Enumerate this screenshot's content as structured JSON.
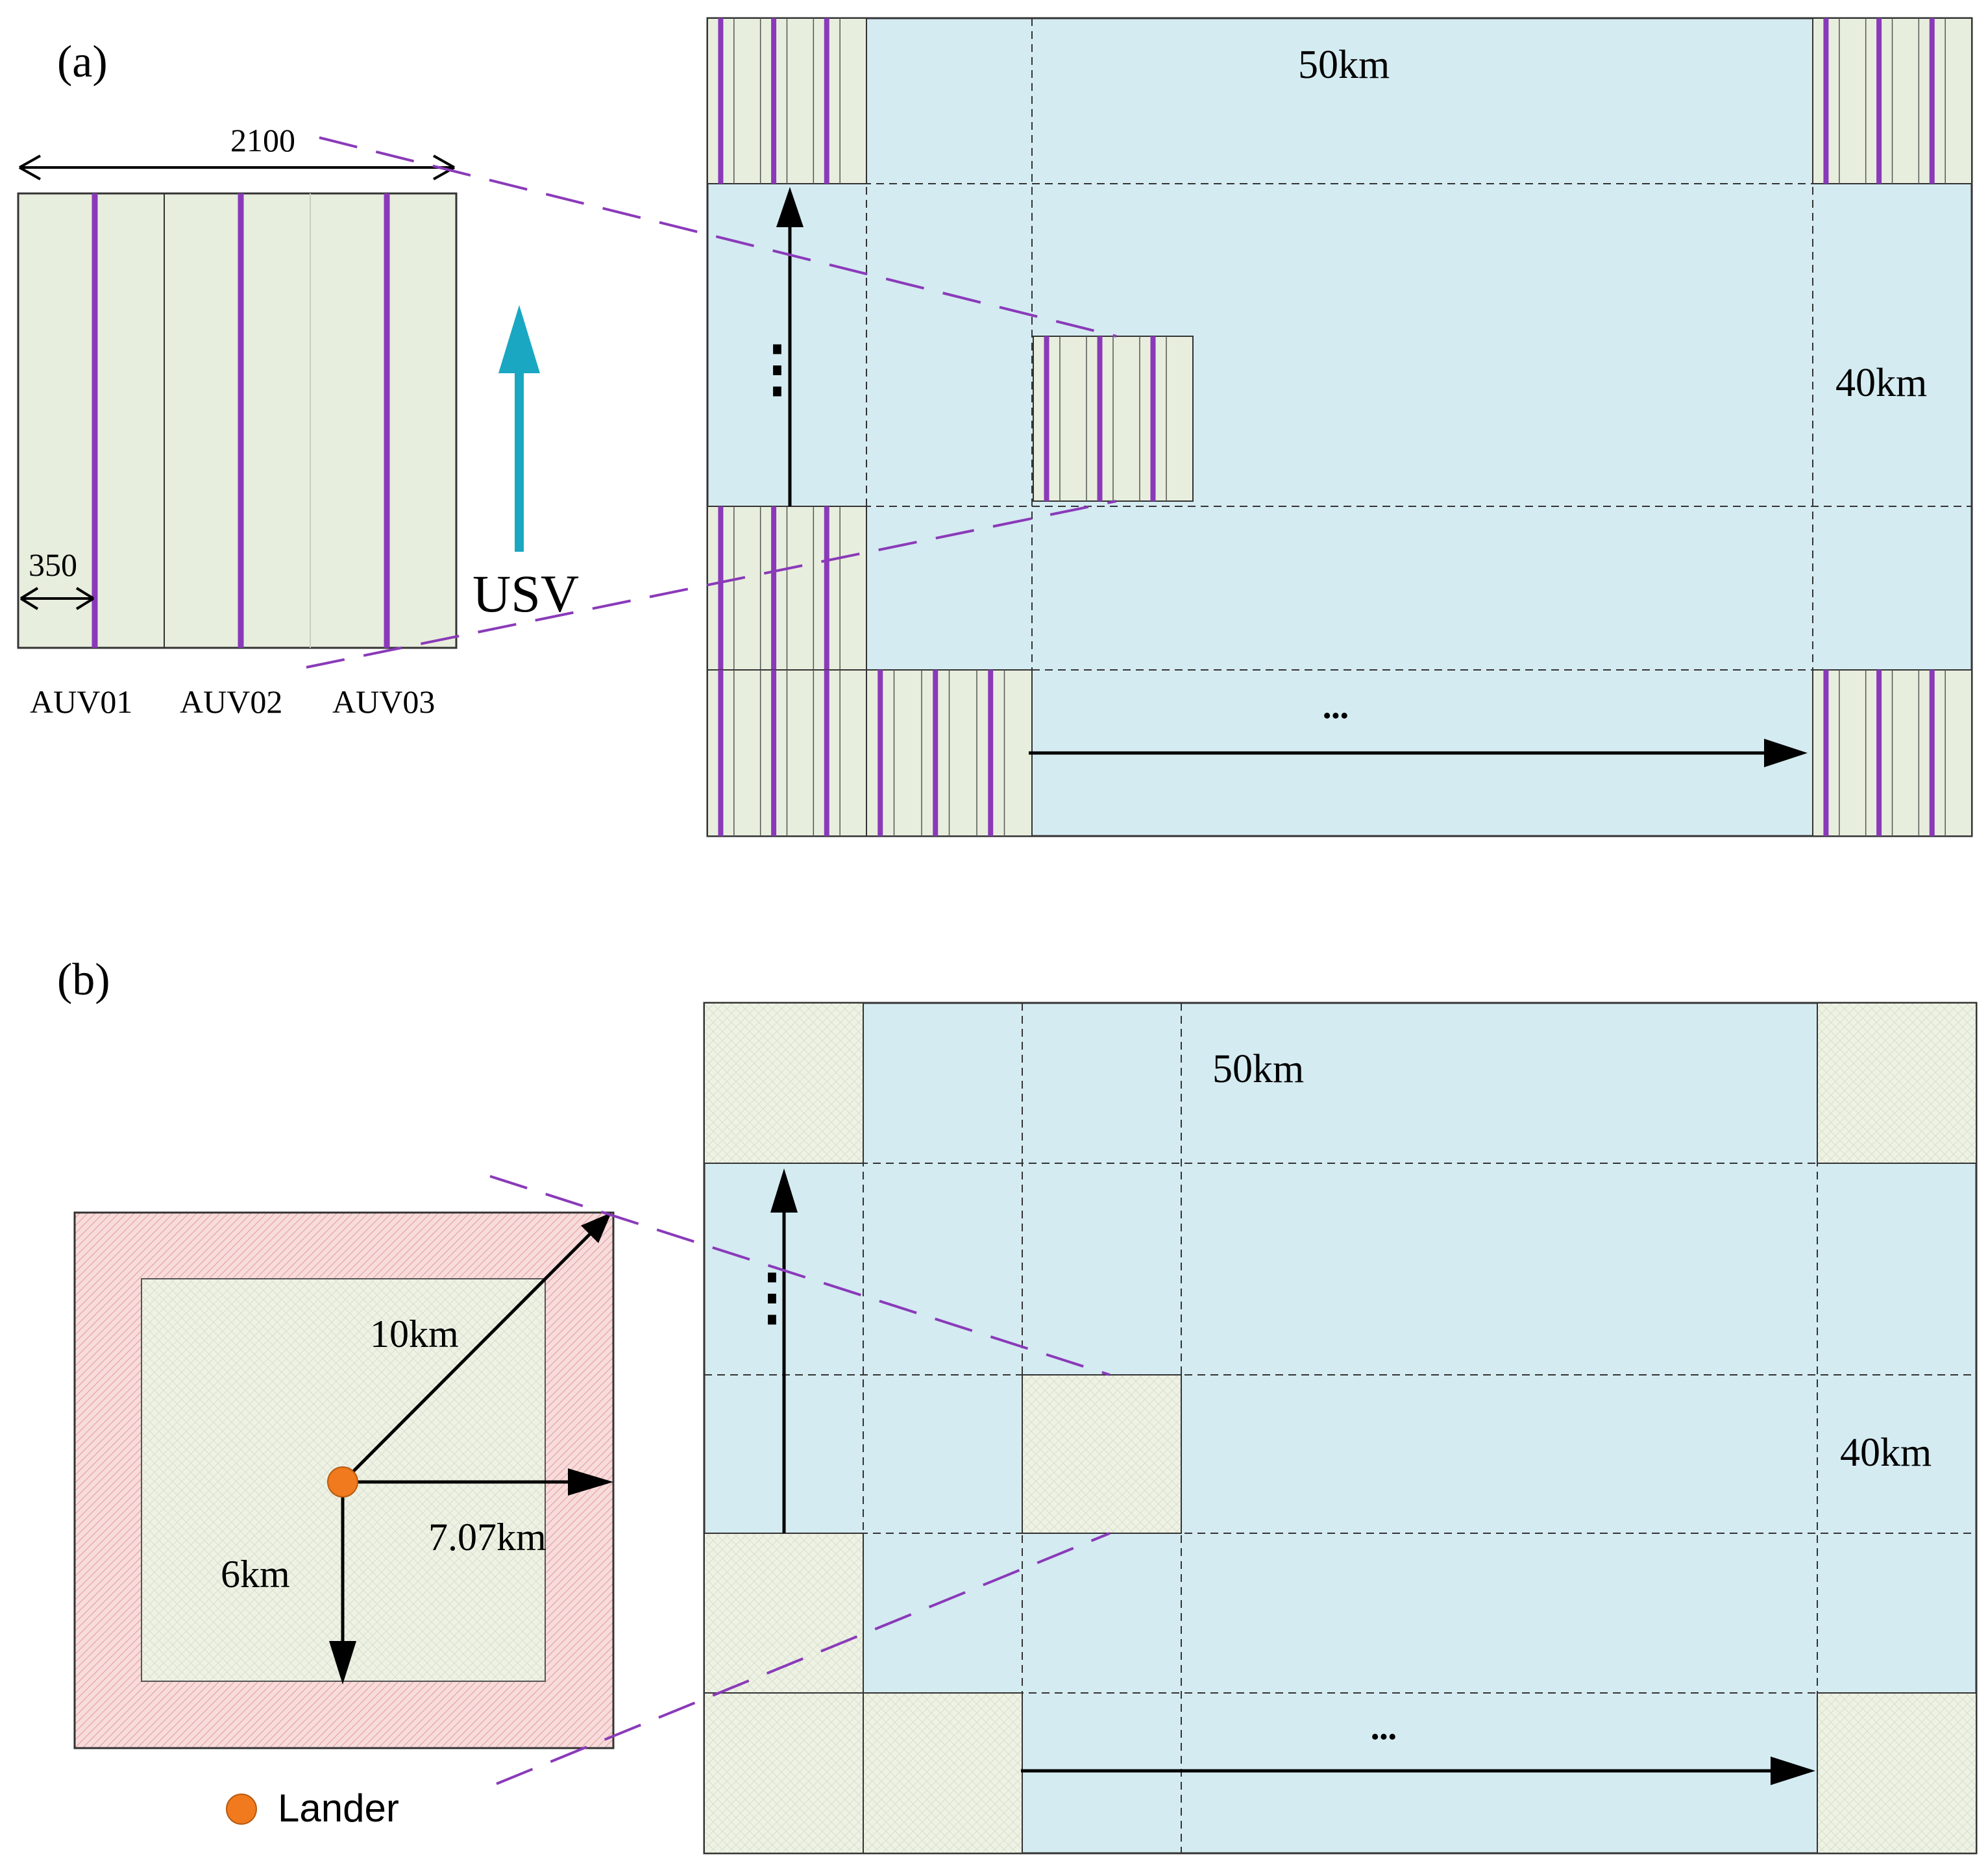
{
  "panel_a": {
    "label": "(a)",
    "detail": {
      "width_label": "2100",
      "spacing_label": "350",
      "auvs": [
        "AUV01",
        "AUV02",
        "AUV03"
      ],
      "usv_label": "USV"
    },
    "area": {
      "width_label": "50km",
      "height_label": "40km",
      "ellipsis_vertical": "⋮",
      "ellipsis_horizontal": "•••"
    }
  },
  "panel_b": {
    "label": "(b)",
    "detail": {
      "radius_label": "10km",
      "half_side_label": "7.07km",
      "inner_label": "6km",
      "legend_label": "Lander"
    },
    "area": {
      "width_label": "50km",
      "height_label": "40km",
      "ellipsis_vertical": "⋮",
      "ellipsis_horizontal": "•••"
    }
  },
  "colors": {
    "water": "#d4ebf1",
    "survey": "#e8eedd",
    "track": "#8a3ab9",
    "usv_arrow": "#1aa7c2",
    "lander": "#f07a1d",
    "buffer": "#f7d9d9"
  }
}
